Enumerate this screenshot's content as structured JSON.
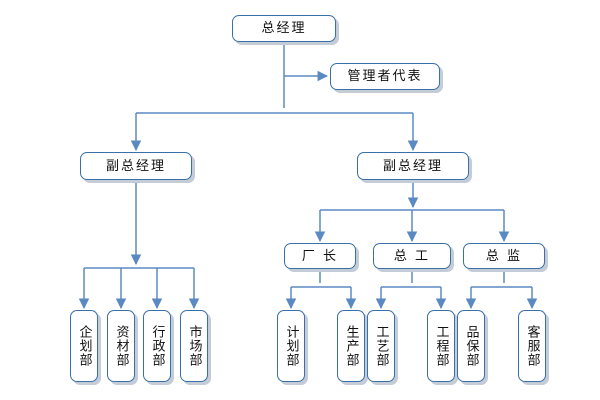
{
  "org": {
    "ceo": "总经理",
    "rep": "管理者代表",
    "vp_left": "副总经理",
    "vp_right": "副总经理",
    "factory": "厂 长",
    "chief_eng": "总 工",
    "supervisor": "总 监",
    "dept_planning": "企划部",
    "dept_materials": "资材部",
    "dept_admin": "行政部",
    "dept_market": "市场部",
    "dept_plan": "计划部",
    "dept_production": "生产部",
    "dept_craft": "工艺部",
    "dept_engineering": "工程部",
    "dept_qa": "品保部",
    "dept_service": "客服部"
  },
  "colors": {
    "line": "#5b8ac2",
    "border": "#3a70a8",
    "shadow": "#c4ccd8"
  }
}
